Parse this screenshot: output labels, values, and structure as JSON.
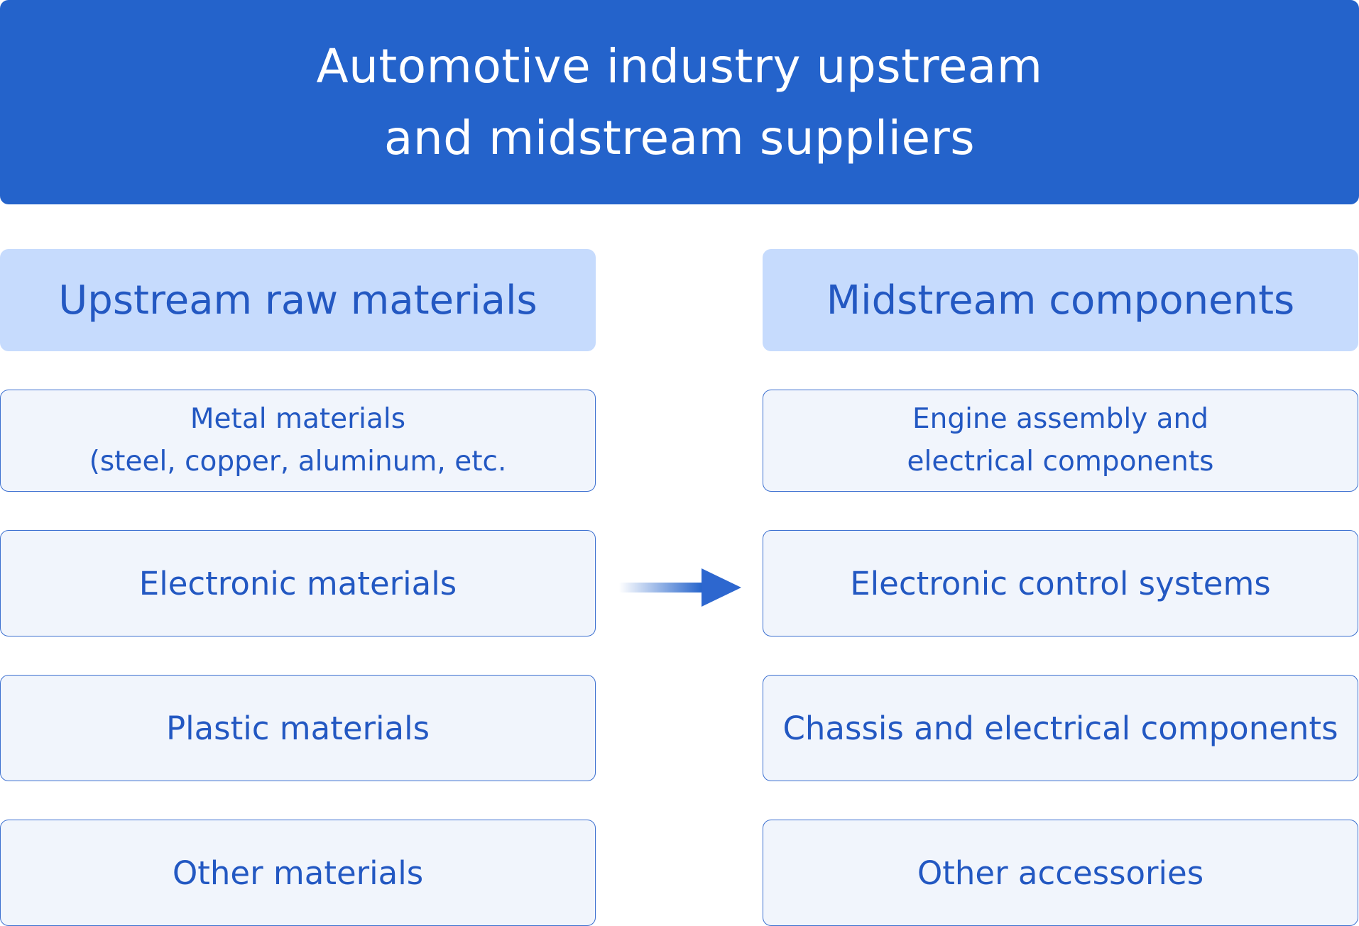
{
  "title": {
    "line1": "Automotive industry upstream",
    "line2": "and midstream suppliers"
  },
  "upstream": {
    "header": "Upstream raw materials",
    "items": [
      {
        "line1": "Metal materials",
        "line2": "(steel, copper, aluminum, etc."
      },
      {
        "label": "Electronic materials"
      },
      {
        "label": "Plastic materials"
      },
      {
        "label": "Other materials"
      }
    ]
  },
  "midstream": {
    "header": "Midstream components",
    "items": [
      {
        "line1": "Engine assembly and",
        "line2": "electrical components"
      },
      {
        "label": "Electronic control systems"
      },
      {
        "label": "Chassis and electrical components"
      },
      {
        "label": "Other accessories"
      }
    ]
  },
  "colors": {
    "banner": "#2463cb",
    "header_bg": "#c6dbfd",
    "box_bg": "#f1f5fc",
    "box_border": "#3b6fd0",
    "text": "#2358c2"
  },
  "icons": {
    "flow_arrow": "arrow-right-icon"
  }
}
